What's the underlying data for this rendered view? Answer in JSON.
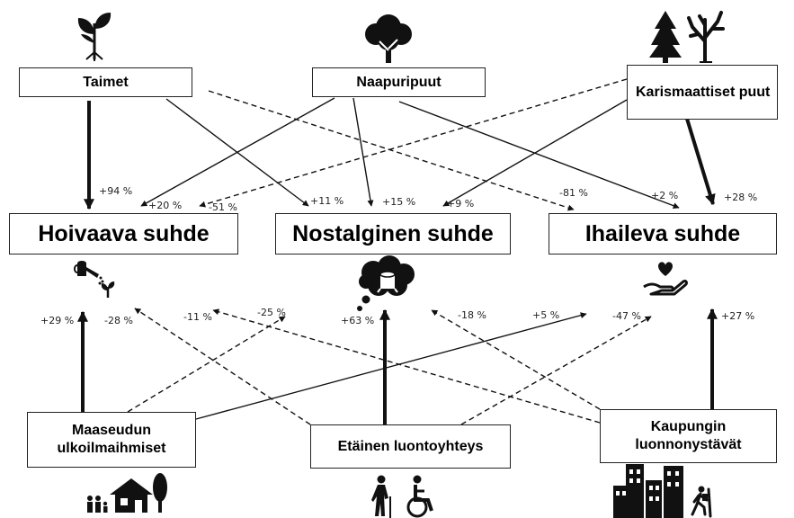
{
  "sources_top": {
    "taimet": "Taimet",
    "naapuripuut": "Naapuripuut",
    "karismaattiset": "Karismaattiset puut"
  },
  "relations": {
    "hoivaava": "Hoivaava suhde",
    "nostalginen": "Nostalginen suhde",
    "ihaileva": "Ihaileva suhde"
  },
  "sources_bottom": {
    "maaseudun": "Maaseudun ulkoilmaihmiset",
    "etainen": "Etäinen luontoyhteys",
    "kaupungin": "Kaupungin luonnonystävät"
  },
  "effects": {
    "taimet_hoivaava": "+94 %",
    "naapuri_hoivaava": "+20 %",
    "karis_hoivaava": "-51 %",
    "taimet_nostalginen": "+11 %",
    "naapuri_nostalginen": "+15 %",
    "karis_nostalginen": "+9 %",
    "taimet_ihaileva": "-81 %",
    "naapuri_ihaileva": "+2 %",
    "karis_ihaileva": "+28 %",
    "maaseutu_hoivaava": "+29 %",
    "etainen_hoivaava": "-28 %",
    "kaupunki_hoivaava": "-11 %",
    "maaseutu_nostalginen": "-25 %",
    "etainen_nostalginen": "+63 %",
    "kaupunki_nostalginen": "-18 %",
    "maaseutu_ihaileva": "+5 %",
    "etainen_ihaileva": "-47 %",
    "kaupunki_ihaileva": "+27 %"
  },
  "icons": {
    "taimet": "seedling-icon",
    "naapuripuut": "deciduous-tree-icon",
    "karismaattiset": "conifer-and-bare-tree-icon",
    "hoivaava": "watering-can-icon",
    "nostalginen": "thought-cloud-stump-icon",
    "ihaileva": "heart-in-hand-icon",
    "maaseudun": "family-house-icon",
    "etainen": "elderly-and-wheelchair-icon",
    "kaupungin": "city-buildings-hiker-icon"
  }
}
